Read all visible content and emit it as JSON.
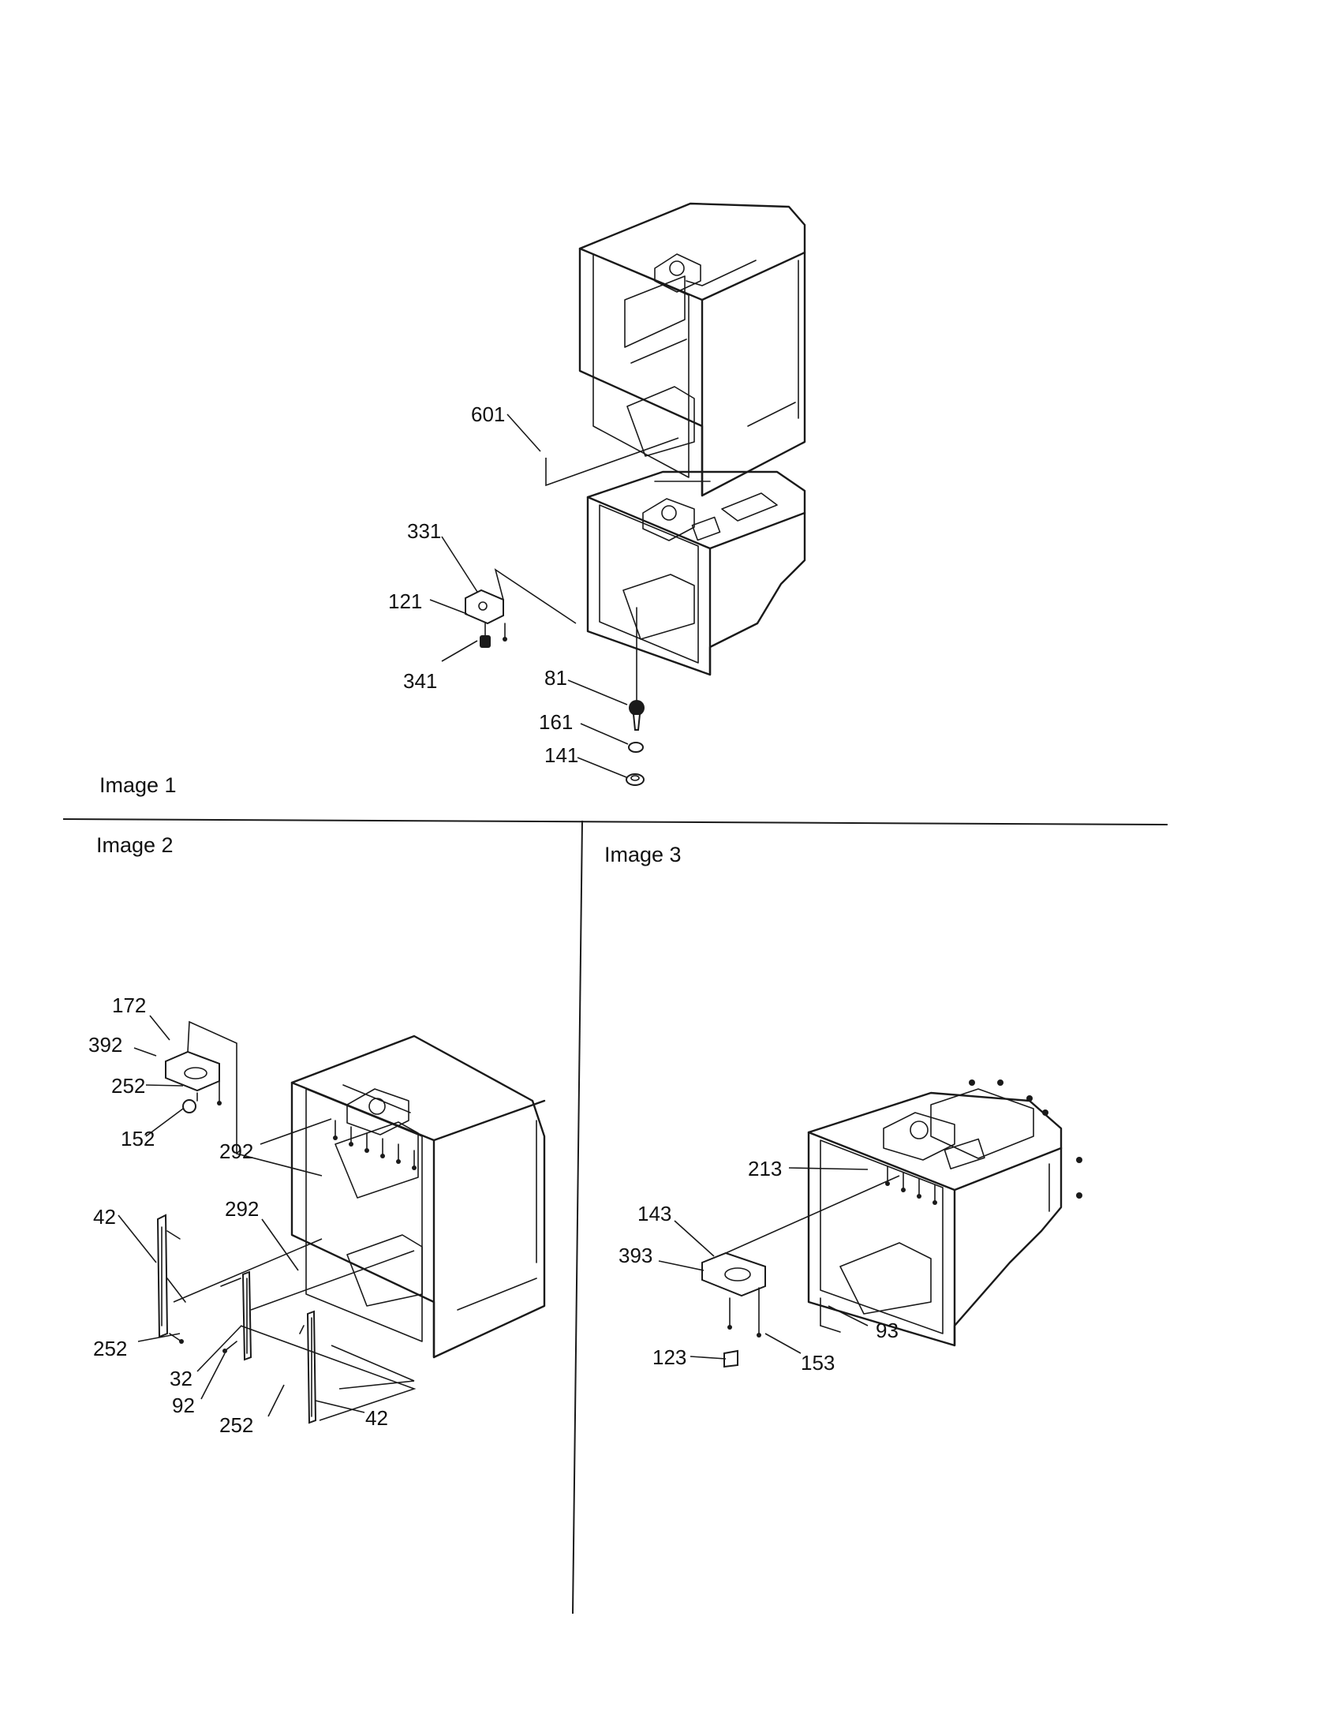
{
  "panels": {
    "image1": {
      "caption": "Image 1"
    },
    "image2": {
      "caption": "Image 2"
    },
    "image3": {
      "caption": "Image 3"
    }
  },
  "callouts": {
    "image1": [
      "601",
      "331",
      "121",
      "341",
      "81",
      "161",
      "141"
    ],
    "image2": [
      "172",
      "392",
      "252",
      "152",
      "292",
      "292",
      "42",
      "252",
      "32",
      "92",
      "252",
      "42"
    ],
    "image3": [
      "213",
      "143",
      "393",
      "123",
      "153",
      "93"
    ]
  }
}
